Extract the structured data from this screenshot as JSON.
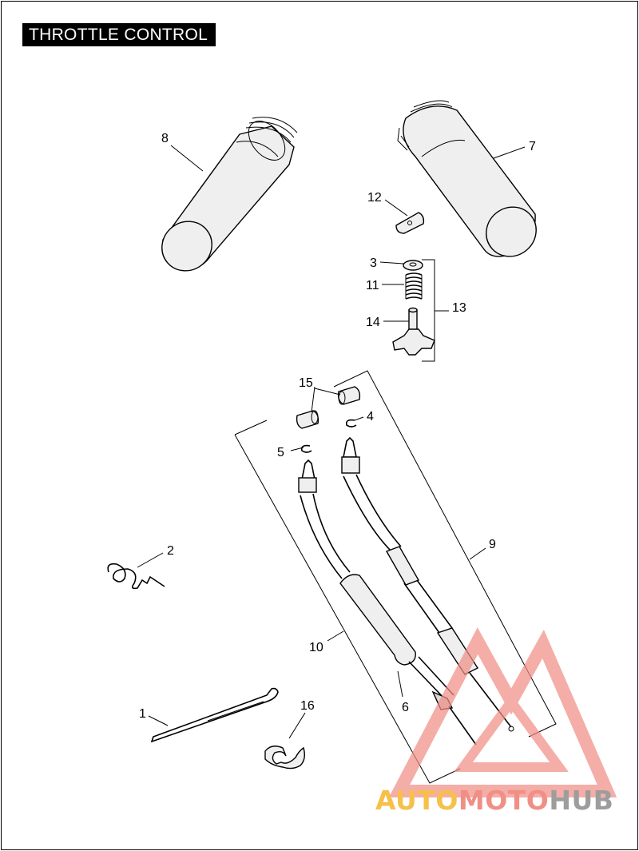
{
  "title": "THROTTLE CONTROL",
  "callouts": {
    "c1": "1",
    "c2": "2",
    "c3": "3",
    "c4": "4",
    "c5": "5",
    "c6": "6",
    "c7": "7",
    "c8": "8",
    "c9": "9",
    "c10": "10",
    "c11": "11",
    "c12": "12",
    "c13": "13",
    "c14": "14",
    "c15": "15",
    "c16": "16"
  },
  "watermark": {
    "part1": "AUTO",
    "part2": "MOTO",
    "part3": "HUB"
  },
  "colors": {
    "watermark_yellow": "#f6c04a",
    "watermark_red": "#f08f86",
    "watermark_gray": "#9d9d9d"
  }
}
